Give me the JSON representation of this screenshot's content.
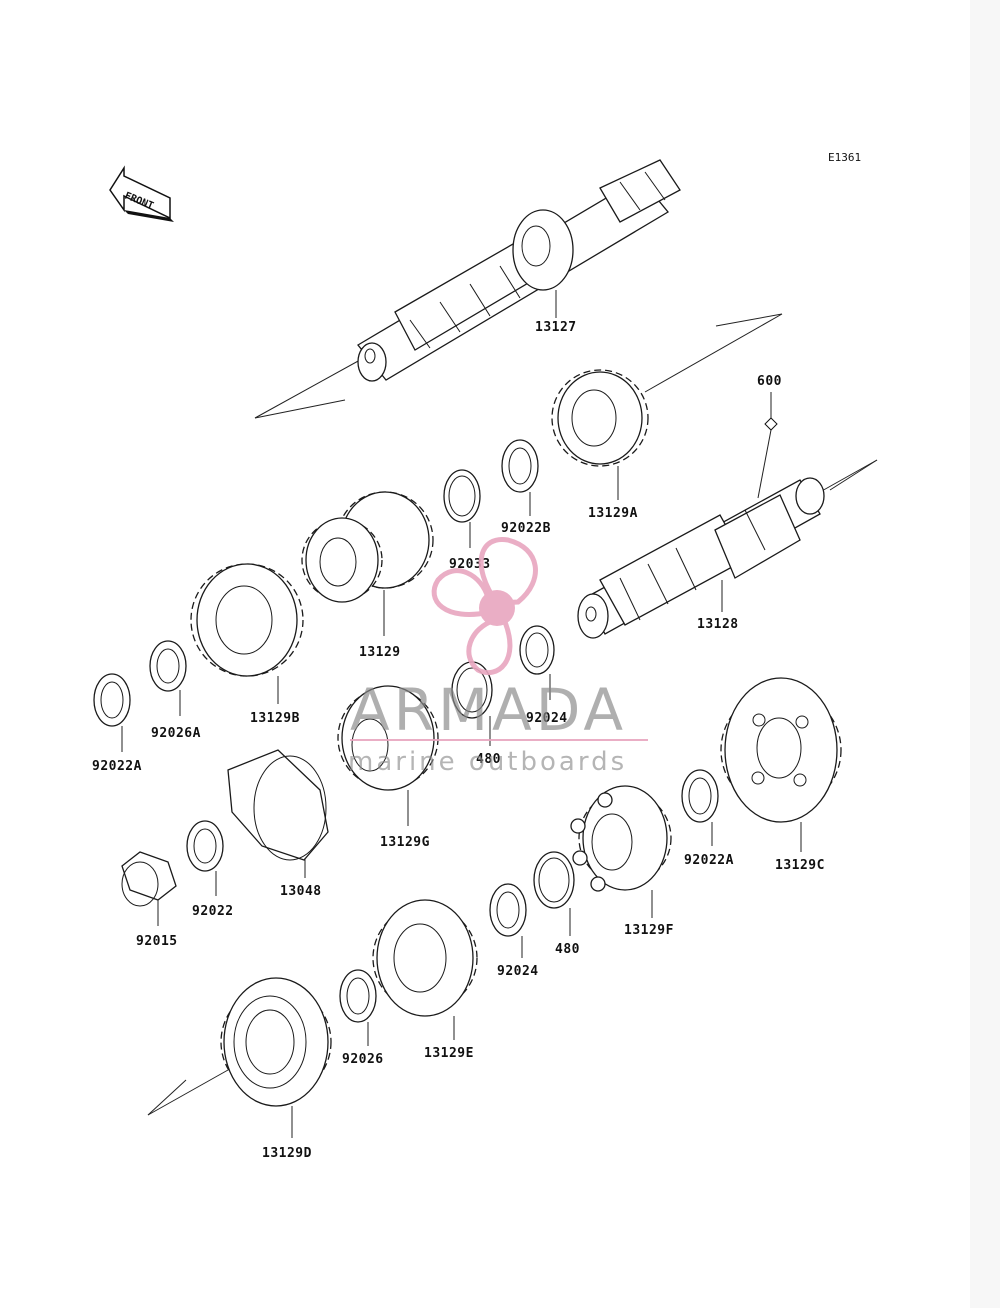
{
  "diagram_code": "E1361",
  "front_label": "FRONT",
  "watermark": {
    "title": "ARMADA",
    "subtitle": "marine outboards",
    "logo_color": "#e8a6bf",
    "text_color": "#8a8a8a"
  },
  "parts": {
    "p13127": "13127",
    "p600": "600",
    "p13129A": "13129A",
    "p92022B": "92022B",
    "p92033": "92033",
    "p13128": "13128",
    "p13129": "13129",
    "p92024_top": "92024",
    "p92022A_left": "92022A",
    "p92026A": "92026A",
    "p13129B": "13129B",
    "p480_top": "480",
    "p13129G": "13129G",
    "p13129C": "13129C",
    "p92022A_right": "92022A",
    "p13048": "13048",
    "p92022": "92022",
    "p92015": "92015",
    "p13129F": "13129F",
    "p480_bottom": "480",
    "p92024_bottom": "92024",
    "p92026": "92026",
    "p13129E": "13129E",
    "p13129D": "13129D"
  }
}
